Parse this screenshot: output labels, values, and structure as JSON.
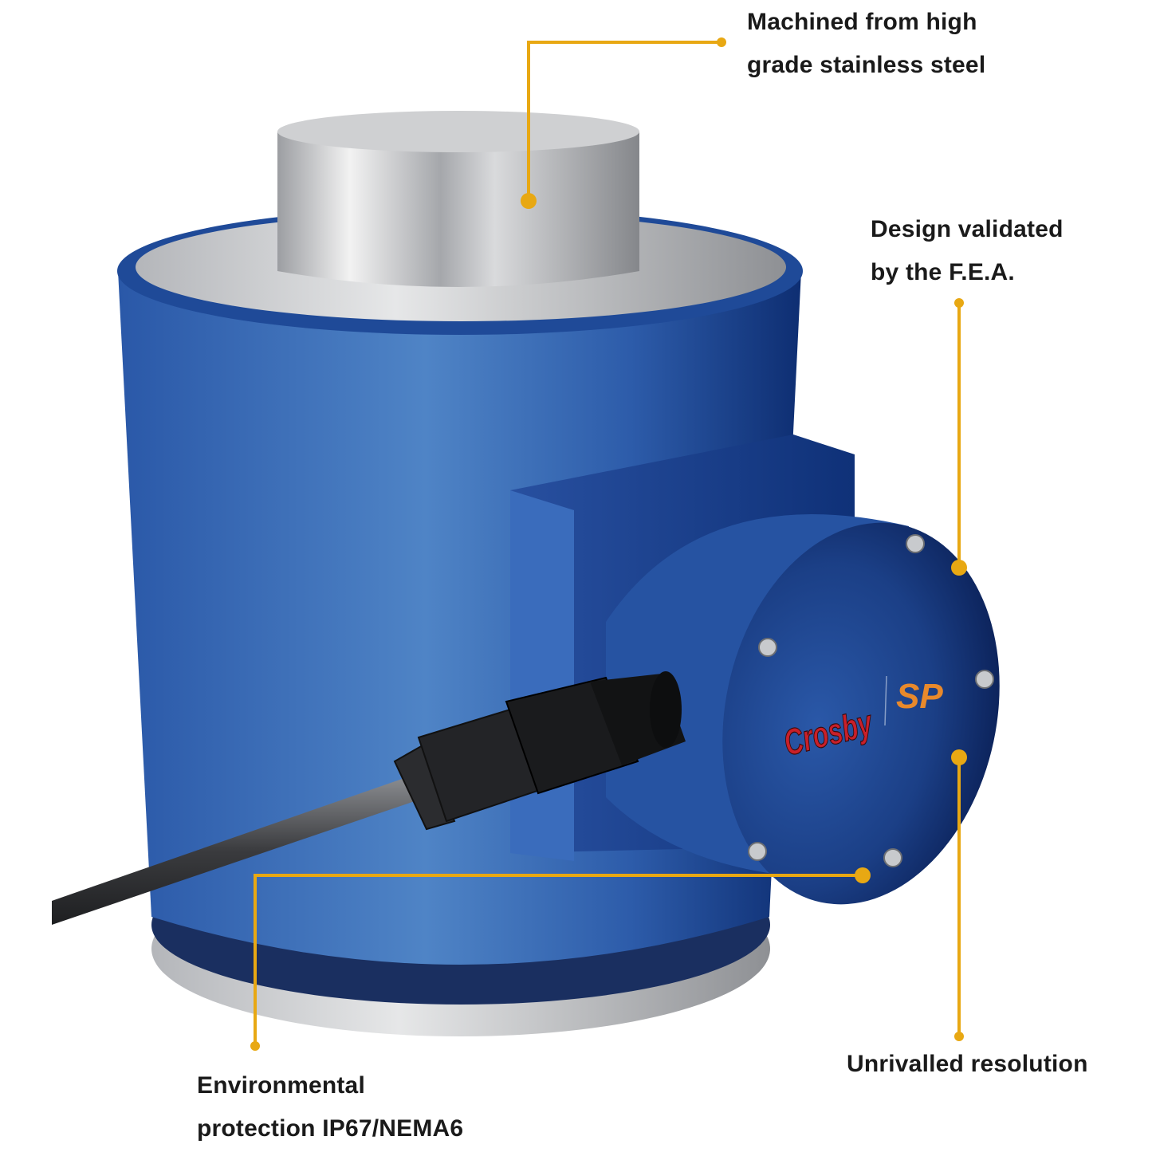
{
  "callouts": [
    {
      "id": "material",
      "lines": [
        "Machined from high",
        "grade stainless steel"
      ]
    },
    {
      "id": "design",
      "lines": [
        "Design validated",
        "by the F.E.A."
      ]
    },
    {
      "id": "resolution",
      "lines": [
        "Unrivalled resolution"
      ]
    },
    {
      "id": "protection",
      "lines": [
        "Environmental",
        "protection IP67/NEMA6"
      ]
    }
  ],
  "logo": {
    "brand": "Crosby",
    "sub_brand": "SP"
  },
  "colors": {
    "accent": "#E8A813",
    "body_blue": "#2F5FAE",
    "logo_red": "#C8202A",
    "logo_orange": "#E8892B"
  }
}
